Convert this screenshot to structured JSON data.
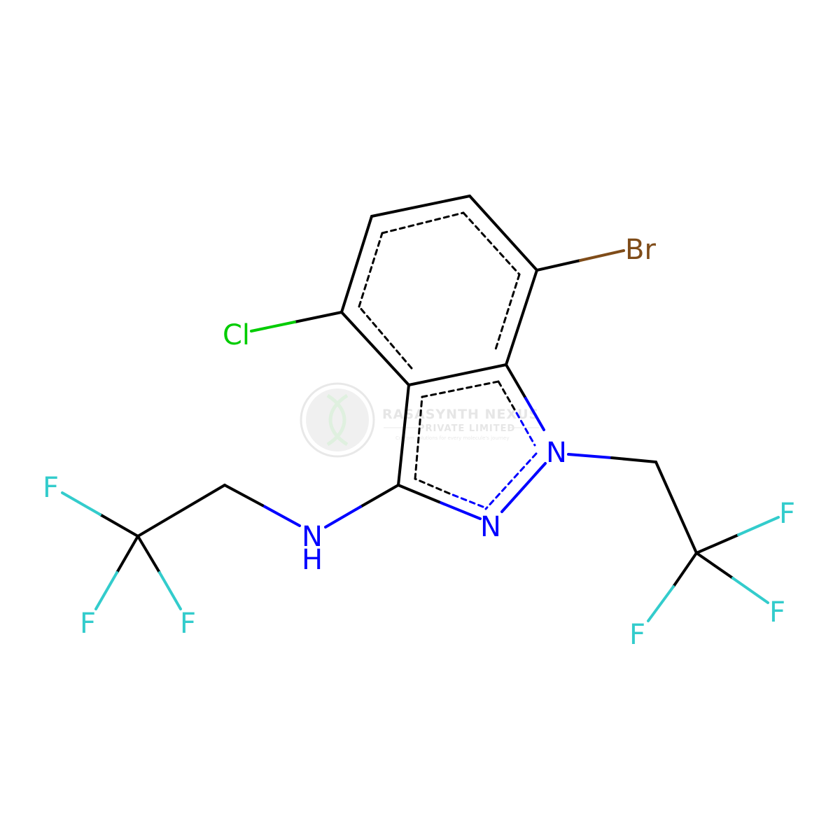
{
  "colors": {
    "bond": "#000000",
    "nitrogen": "#0000ff",
    "fluorine": "#33cccc",
    "chlorine": "#00cc00",
    "bromine": "#7f4c19",
    "watermark": "#e4e4e4"
  },
  "atoms": {
    "br": "Br",
    "cl": "Cl",
    "n1": "N",
    "n2": "N",
    "nh_n": "N",
    "nh_h": "H",
    "f1": "F",
    "f2": "F",
    "f3": "F",
    "f4": "F",
    "f5": "F",
    "f6": "F"
  },
  "watermark": {
    "name": "RASASYNTH NEXUS",
    "company": "PRIVATE LIMITED",
    "tagline": "Custom solutions for every molecule's journey"
  }
}
